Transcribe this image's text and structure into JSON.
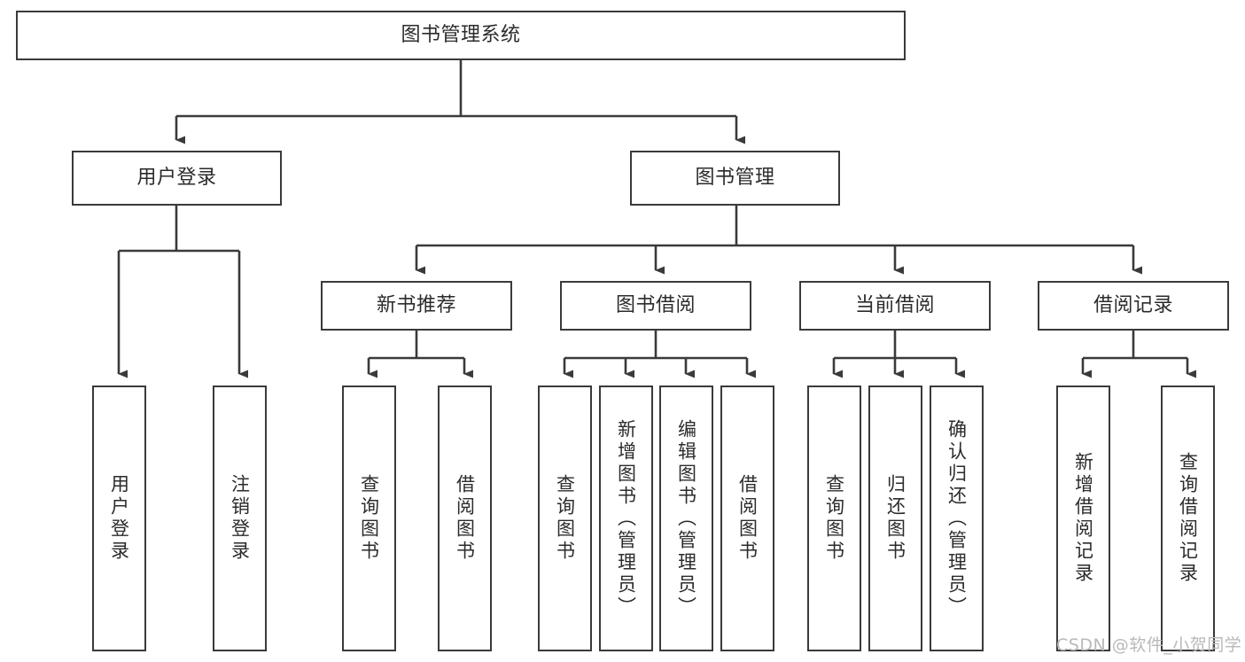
{
  "diagram": {
    "type": "tree-hierarchy-chart",
    "title": "图书管理系统",
    "watermark": "CSDN @软件_小贺同学",
    "colors": {
      "stroke": "#3a3a3a",
      "fill": "#ffffff",
      "text": "#2b2b2b",
      "watermark": "#b9b9b9"
    },
    "nodes": {
      "root": {
        "label": "图书管理系统"
      },
      "level2": [
        {
          "label": "用户登录"
        },
        {
          "label": "图书管理"
        }
      ],
      "level3": [
        {
          "label": "新书推荐"
        },
        {
          "label": "图书借阅"
        },
        {
          "label": "当前借阅"
        },
        {
          "label": "借阅记录"
        }
      ],
      "leaves": {
        "user_login": [
          {
            "label": "用户登录"
          },
          {
            "label": "注销登录"
          }
        ],
        "new_book": [
          {
            "label": "查询图书"
          },
          {
            "label": "借阅图书"
          }
        ],
        "book_borrow": [
          {
            "label": "查询图书"
          },
          {
            "label": "新增图书（管理员）"
          },
          {
            "label": "编辑图书（管理员）"
          },
          {
            "label": "借阅图书"
          }
        ],
        "current_borrow": [
          {
            "label": "查询图书"
          },
          {
            "label": "归还图书"
          },
          {
            "label": "确认归还（管理员）"
          }
        ],
        "borrow_record": [
          {
            "label": "新增借阅记录"
          },
          {
            "label": "查询借阅记录"
          }
        ]
      }
    }
  }
}
